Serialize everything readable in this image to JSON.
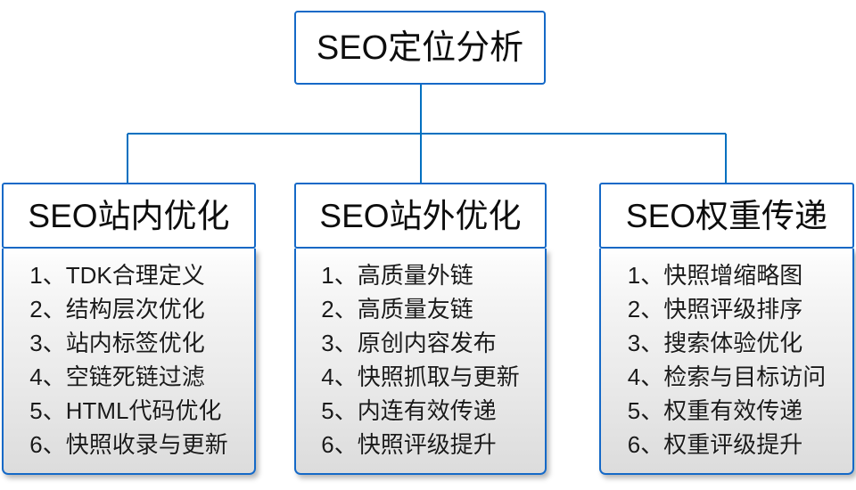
{
  "diagram": {
    "type": "org-chart",
    "root": {
      "label": "SEO定位分析"
    },
    "colors": {
      "border": "#1569c7",
      "connector": "#0070c0",
      "header_fill": "#ffffff",
      "body_fill_top": "#ffffff",
      "body_fill_bottom": "#dcdcdc",
      "text": "#0d0d0d"
    },
    "branches": [
      {
        "header": "SEO站内优化",
        "items": [
          "1、TDK合理定义",
          "2、结构层次优化",
          "3、站内标签优化",
          "4、空链死链过滤",
          "5、HTML代码优化",
          "6、快照收录与更新"
        ]
      },
      {
        "header": "SEO站外优化",
        "items": [
          "1、高质量外链",
          "2、高质量友链",
          "3、原创内容发布",
          "4、快照抓取与更新",
          "5、内连有效传递",
          "6、快照评级提升"
        ]
      },
      {
        "header": "SEO权重传递",
        "items": [
          "1、快照增缩略图",
          "2、快照评级排序",
          "3、搜索体验优化",
          "4、检索与目标访问",
          "5、权重有效传递",
          "6、权重评级提升"
        ]
      }
    ]
  }
}
